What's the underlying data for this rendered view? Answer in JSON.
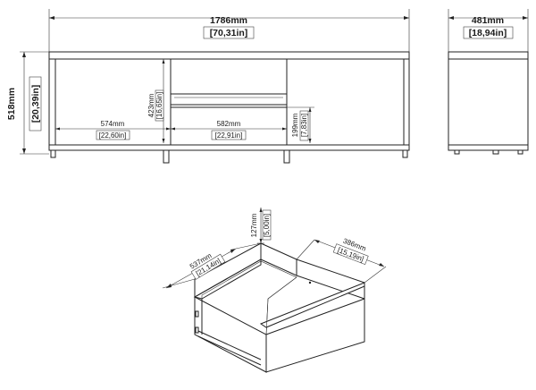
{
  "front_view": {
    "total_width_mm": "1786mm",
    "total_width_in": "[70,31in]",
    "height_mm": "518mm",
    "height_in": "[20,39in]",
    "inner_height_mm": "423mm",
    "inner_height_in": "[16,65in]",
    "left_comp_mm": "574mm",
    "left_comp_in": "[22,60in]",
    "mid_comp_mm": "582mm",
    "mid_comp_in": "[22,91in]",
    "drawer_height_mm": "199mm",
    "drawer_height_in": "[7,83in]"
  },
  "side_view": {
    "depth_mm": "481mm",
    "depth_in": "[18,94in]"
  },
  "drawer_view": {
    "height_mm": "127mm",
    "height_in": "[5,00in]",
    "length_mm": "537mm",
    "length_in": "[21,14in]",
    "width_mm": "386mm",
    "width_in": "[15,19in]"
  }
}
